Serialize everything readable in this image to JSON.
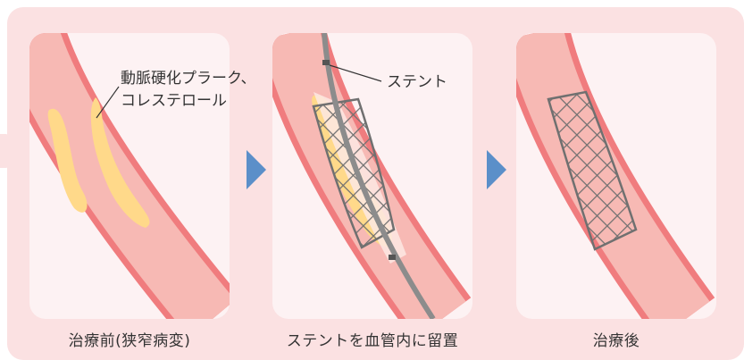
{
  "labels": {
    "plaque": "動脈硬化プラーク、",
    "cholesterol": "コレステロール",
    "stent": "ステント"
  },
  "steps": [
    {
      "caption": "治療前(狭窄病変)"
    },
    {
      "caption": "ステントを血管内に留置"
    },
    {
      "caption": "治療後"
    }
  ],
  "colors": {
    "background": "#fbe1e2",
    "panel": "#fdf2f3",
    "vessel_wall": "#f07c7e",
    "vessel_lumen": "#f7b9b4",
    "plaque": "#ffd98a",
    "stent": "#707070",
    "arrow": "#5b8fc9"
  }
}
